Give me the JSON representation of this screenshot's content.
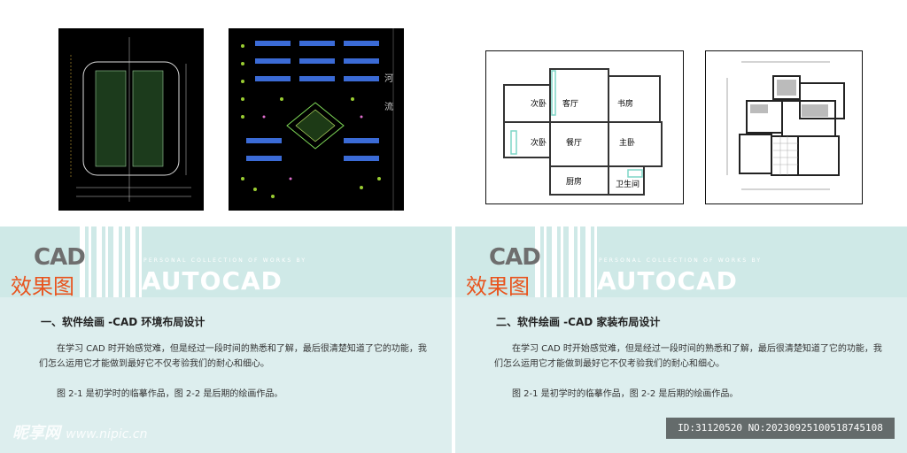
{
  "left": {
    "logo": {
      "cad": "CAD",
      "xiaoguotu": "效果图",
      "small": "PERSONAL COLLECTION OF WORKS BY",
      "big": "AUTOCAD"
    },
    "heading": "一、软件绘画 -CAD 环境布局设计",
    "para1": "在学习 CAD 时开始感觉难，但是经过一段时间的熟悉和了解，最后很清楚知道了它的功能，我们怎么运用它才能做到最好它不仅考验我们的耐心和细心。",
    "para2": "图 2-1 是初学时的临摹作品，图 2-2 是后期的绘画作品。",
    "map_labels": {
      "river1": "河",
      "river2": "流"
    }
  },
  "right": {
    "logo": {
      "cad": "CAD",
      "xiaoguotu": "效果图",
      "small": "PERSONAL COLLECTION OF WORKS BY",
      "big": "AUTOCAD"
    },
    "heading": "二、软件绘画 -CAD 家装布局设计",
    "para1": "在学习 CAD 时开始感觉难，但是经过一段时间的熟悉和了解，最后很清楚知道了它的功能，我们怎么运用它才能做到最好它不仅考验我们的耐心和细心。",
    "para2": "图 2-1 是初学时的临摹作品，图 2-2 是后期的绘画作品。",
    "plan_rooms": {
      "ciwo1": "次卧",
      "keting": "客厅",
      "shufang": "书房",
      "ciwo2": "次卧",
      "canting": "餐厅",
      "zhuwo": "主卧",
      "chufang": "厨房",
      "weishengjian": "卫生间"
    }
  },
  "watermark": {
    "site": "昵享网",
    "url": "www.nipic.cn",
    "id": "ID:31120520 NO:20230925100518745108"
  }
}
